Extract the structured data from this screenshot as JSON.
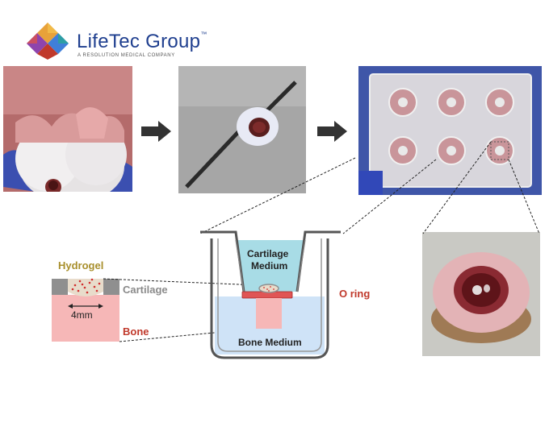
{
  "brand": {
    "name": "LifeTec Group",
    "trademark": "™",
    "tagline": "A RESOLUTION MEDICAL COMPANY",
    "logo_colors": [
      "#e8a23a",
      "#c0392b",
      "#8e44ad",
      "#3f7fd9",
      "#2aa39a",
      "#d9534f"
    ]
  },
  "labels": {
    "hydrogel": "Hydrogel",
    "cartilage": "Cartilage",
    "diameter": "4mm",
    "bone": "Bone",
    "cartilage_medium_line1": "Cartilage",
    "cartilage_medium_line2": "Medium",
    "o_ring": "O ring",
    "bone_medium": "Bone Medium"
  },
  "colors": {
    "hydrogel_label": "#a88f2c",
    "cartilage_label": "#8a8a8a",
    "bone_label": "#c0392b",
    "o_ring_label": "#c0392b",
    "cartilage_layer": "#8f8f8f",
    "bone_layer": "#f6b7b7",
    "bone_medium": "#cfe3f7",
    "cartilage_medium": "#a8dce6",
    "o_ring": "#e05555",
    "arrow": "#333333"
  },
  "images": [
    {
      "name": "knee-joint-photo"
    },
    {
      "name": "osteochondral-explant-photo"
    },
    {
      "name": "culture-plate-photo"
    },
    {
      "name": "explant-closeup-photo"
    }
  ]
}
